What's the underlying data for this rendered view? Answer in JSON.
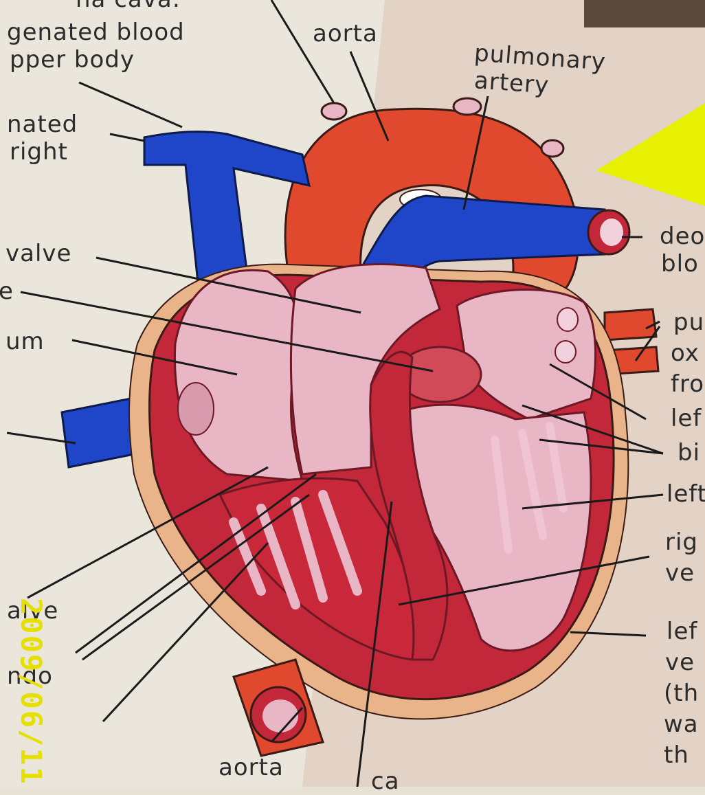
{
  "labels": {
    "vena_cava_top": "na cava:",
    "deoxygenated_blood": "genated blood",
    "upper_body": "pper body",
    "nated": "nated",
    "right": "right",
    "aorta_top": "aorta",
    "pulmonary": "pulmonary",
    "artery": "artery",
    "valve_left": "valve",
    "e_left": "e",
    "um_left": "um",
    "deo_right": "deo",
    "blo_right": "blo",
    "pu_right": "pu",
    "ox_right": "ox",
    "fro_right": "fro",
    "lef_right": "lef",
    "bi_right": "bi",
    "left_right": "left",
    "rig_right": "rig",
    "ve_right_1": "ve",
    "lef_right_2": "lef",
    "ve_right_2": "ve",
    "th_right": "(th",
    "wa_right": "wa",
    "th_right_2": "th",
    "alve_left": "alve",
    "ndo_left": "ndo",
    "aorta_bottom": "aorta",
    "ca_bottom": "ca"
  },
  "date_stamp": "2009/06/11",
  "colors": {
    "background": "#e8e2d6",
    "vein_blue": "#1f46c8",
    "artery_red": "#e0492e",
    "muscle_red": "#c2283a",
    "inner_pink": "#e9b6c6",
    "fat_tan": "#e9b48a",
    "yellow_shape": "#e6f000",
    "stamp_yellow": "#e6e000"
  }
}
